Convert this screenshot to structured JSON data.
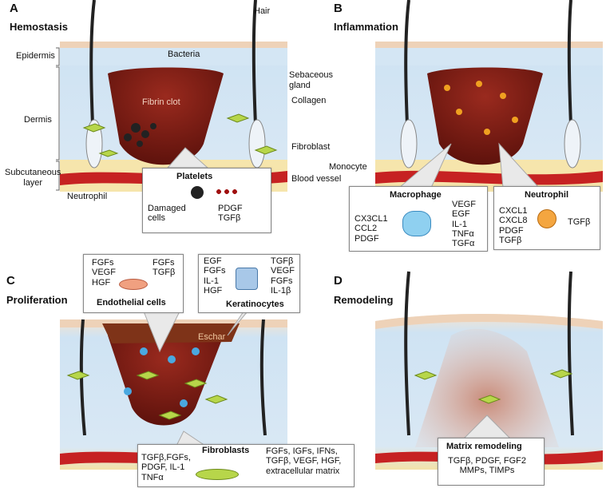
{
  "panels": {
    "a": {
      "letter": "A",
      "title": "Hemostasis"
    },
    "b": {
      "letter": "B",
      "title": "Inflammation"
    },
    "c": {
      "letter": "C",
      "title": "Proliferation"
    },
    "d": {
      "letter": "D",
      "title": "Remodeling"
    }
  },
  "layer_labels": {
    "epidermis": "Epidermis",
    "dermis": "Dermis",
    "subcutaneous": "Subcutaneous\nlayer"
  },
  "a_labels": {
    "hair": "Hair",
    "bacteria": "Bacteria",
    "sebaceous": "Sebaceous\ngland",
    "fibrin": "Fibrin clot",
    "collagen": "Collagen",
    "fibroblast": "Fibroblast",
    "vessel": "Blood vessel",
    "neutrophil": "Neutrophil",
    "platelets_title": "Platelets",
    "damaged": "Damaged\ncells",
    "factors": "PDGF\nTGFβ"
  },
  "b_labels": {
    "monocyte": "Monocyte",
    "macrophage_title": "Macrophage",
    "macrophage_left": "CX3CL1\nCCL2\nPDGF",
    "macrophage_right": "VEGF\nEGF\nIL-1\nTNFα\nTGFα",
    "neutrophil_title": "Neutrophil",
    "neutrophil_left": "CXCL1\nCXCL8\nPDGF\nTGFβ",
    "neutrophil_right": "TGFβ"
  },
  "c_labels": {
    "endo_left": "FGFs\nVEGF\nHGF",
    "endo_right": "FGFs\nTGFβ",
    "endo_title": "Endothelial cells",
    "kera_left": "EGF\nFGFs\nIL-1\nHGF",
    "kera_right": "TGFβ\nVEGF\nFGFs\nIL-1β",
    "kera_title": "Keratinocytes",
    "eschar": "Eschar",
    "fibro_title": "Fibroblasts",
    "fibro_left": "TGFβ,FGFs,\nPDGF, IL-1\nTNFα",
    "fibro_right": "FGFs, IGFs, IFNs,\nTGFβ, VEGF, HGF,\nextracellular matrix"
  },
  "d_labels": {
    "matrix_title": "Matrix remodeling",
    "matrix_factors": "TGFβ, PDGF, FGF2\nMMPs, TIMPs"
  },
  "colors": {
    "epidermis": "#f3dcc6",
    "dermis": "#cfe2f1",
    "fat": "#f8e6a8",
    "clot": "#7a1a12",
    "vessel": "#c42020",
    "fibroblast": "#b7d64a"
  }
}
